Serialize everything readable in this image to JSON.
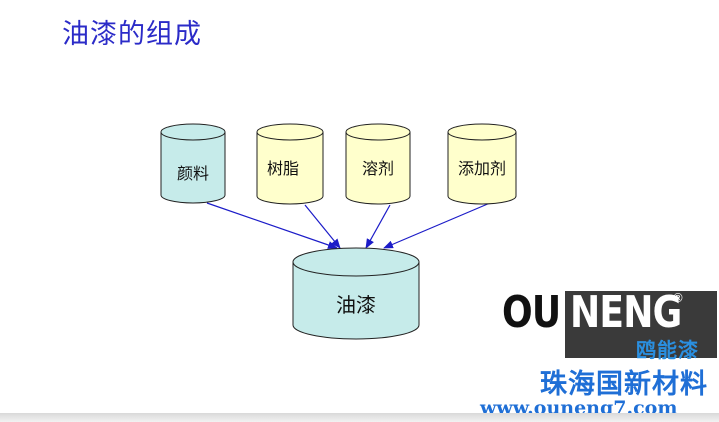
{
  "title": "油漆的组成",
  "components": [
    {
      "label": "颜料",
      "color": "#c6ebea"
    },
    {
      "label": "树脂",
      "color": "#ffffcc"
    },
    {
      "label": "溶剂",
      "color": "#ffffcc"
    },
    {
      "label": "添加剂",
      "color": "#ffffcc"
    }
  ],
  "product": {
    "label": "油漆",
    "color": "#c6ebea"
  },
  "arrow_color": "#1c1cc8",
  "branding": {
    "logo_left": "OU",
    "logo_right": "NENG",
    "registered_mark": "®",
    "logo_chinese": "鸥能漆",
    "company_name": "珠海国新材料",
    "website": "www.ouneng7.com"
  }
}
